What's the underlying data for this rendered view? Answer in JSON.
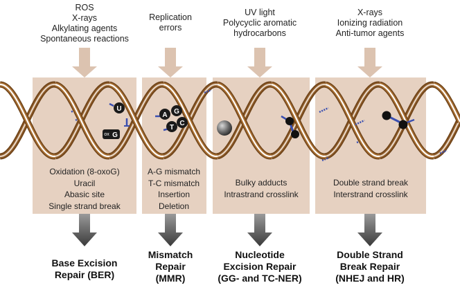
{
  "columns": [
    {
      "causes": [
        "ROS",
        "X-rays",
        "Alkylating agents",
        "Spontaneous reactions"
      ],
      "damage": [
        "Oxidation (8-oxoG)",
        "Uracil",
        "Abasic site",
        "Single strand break"
      ],
      "pathway": [
        "Base Excision",
        "Repair (BER)"
      ]
    },
    {
      "causes": [
        "Replication",
        "errors"
      ],
      "damage": [
        "A-G mismatch",
        "T-C mismatch",
        "Insertion",
        "Deletion"
      ],
      "pathway": [
        "Mismatch",
        "Repair",
        "(MMR)"
      ]
    },
    {
      "causes": [
        "UV light",
        "Polycyclic aromatic",
        "hydrocarbons"
      ],
      "damage": [
        "Bulky adducts",
        "Intrastrand crosslink"
      ],
      "pathway": [
        "Nucleotide",
        "Excision Repair",
        "(GG- and TC-NER)"
      ]
    },
    {
      "causes": [
        "X-rays",
        "Ionizing radiation",
        "Anti-tumor agents"
      ],
      "damage": [
        "Double strand break",
        "Interstrand crosslink"
      ],
      "pathway": [
        "Double Strand",
        "Break Repair",
        "(NHEJ and HR)"
      ]
    }
  ],
  "lesion_labels": {
    "uracil": "U",
    "oxog_prefix": "ox",
    "oxog": "G",
    "mismatch_a": "A",
    "mismatch_g": "G",
    "mismatch_t": "T",
    "mismatch_c": "C"
  },
  "colors": {
    "panel": "#e6d1c1",
    "strand": "#a0692e",
    "strand_edge": "#6e4319",
    "base_pair": "#3a4fb0",
    "arrow_light": "#dcc3b0",
    "arrow_dark_top": "#8a8a8a",
    "arrow_dark_bottom": "#3c3c3c"
  }
}
